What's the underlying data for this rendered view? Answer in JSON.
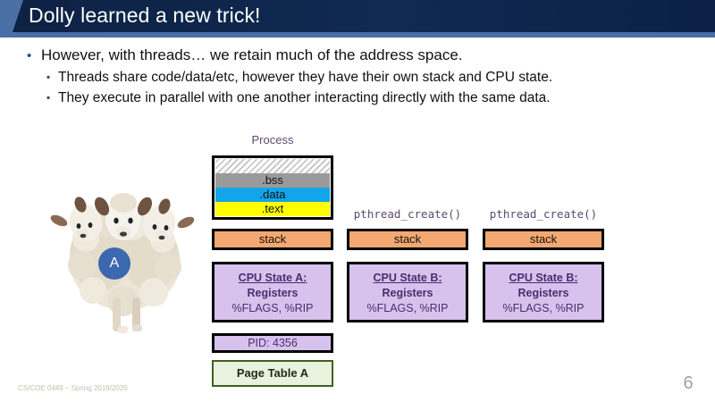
{
  "slide": {
    "title": "Dolly learned a new trick!",
    "page_number": "6",
    "footer": "CS/COE 0449 – Spring 2019/2020"
  },
  "bullets": {
    "marker_level1": "•",
    "marker_level2": "▪",
    "level1": "However, with threads… we retain much of the address space.",
    "level2": [
      "Threads share code/data/etc, however they have their own stack and CPU state.",
      "They execute in parallel with one another interacting directly with the same data."
    ]
  },
  "diagram": {
    "process_label": "Process",
    "memory_segments": [
      {
        "label": "",
        "name": "heap-segment",
        "color": "#ffffff"
      },
      {
        "label": ".bss",
        "name": "bss-segment",
        "color": "#9a9a9a"
      },
      {
        "label": ".data",
        "name": "data-segment",
        "color": "#12a5ea"
      },
      {
        "label": ".text",
        "name": "text-segment",
        "color": "#ffff00"
      }
    ],
    "threads": [
      {
        "pthread_create_label": "",
        "stack_label": "stack",
        "cpu_state_title": "CPU State A:",
        "cpu_state_line1": "Registers",
        "cpu_state_line2": "%FLAGS, %RIP"
      },
      {
        "pthread_create_label": "pthread_create()",
        "stack_label": "stack",
        "cpu_state_title": "CPU State B:",
        "cpu_state_line1": "Registers",
        "cpu_state_line2": "%FLAGS, %RIP"
      },
      {
        "pthread_create_label": "pthread_create()",
        "stack_label": "stack",
        "cpu_state_title": "CPU State B:",
        "cpu_state_line1": "Registers",
        "cpu_state_line2": "%FLAGS, %RIP"
      }
    ],
    "pid_label": "PID: 4356",
    "page_table_label": "Page Table A",
    "sheep_badge_label": "A"
  },
  "colors": {
    "title_bar": "#0d2144",
    "title_accent": "#4a6fa5",
    "stack": "#f4a871",
    "cpu_state": "#d7c2ed",
    "data_segment": "#12a5ea",
    "text_segment": "#ffff00",
    "bss_segment": "#9a9a9a",
    "page_table": "#e8f2de",
    "badge": "#3c68b0"
  }
}
